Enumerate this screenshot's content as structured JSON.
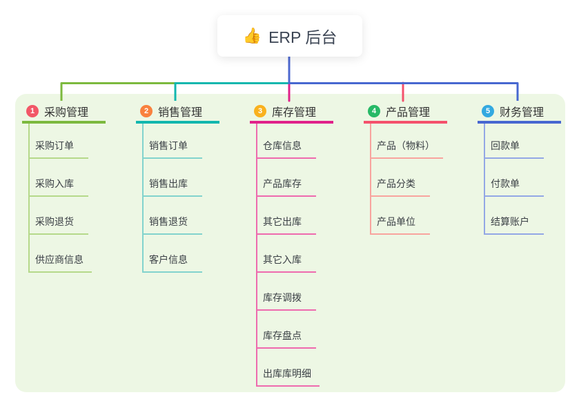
{
  "root": {
    "icon": "thumbs-up",
    "icon_glyph": "👍",
    "label": "ERP 后台"
  },
  "canvas": {
    "panel_color": "#edf7e4",
    "root_line_color": "#4d68cf"
  },
  "branches": [
    {
      "num": "1",
      "label": "采购管理",
      "badge_color": "#f25767",
      "line_color": "#7cb93e",
      "child_line_color": "#b5d98a",
      "children": [
        "采购订单",
        "采购入库",
        "采购退货",
        "供应商信息"
      ]
    },
    {
      "num": "2",
      "label": "销售管理",
      "badge_color": "#f9813e",
      "line_color": "#12b7ae",
      "child_line_color": "#82d3cd",
      "children": [
        "销售订单",
        "销售出库",
        "销售退货",
        "客户信息"
      ]
    },
    {
      "num": "3",
      "label": "库存管理",
      "badge_color": "#f9b11e",
      "line_color": "#e0218a",
      "child_line_color": "#ee6aae",
      "children": [
        "仓库信息",
        "产品库存",
        "其它出库",
        "其它入库",
        "库存调拨",
        "库存盘点",
        "出库库明细"
      ]
    },
    {
      "num": "4",
      "label": "产品管理",
      "badge_color": "#27b967",
      "line_color": "#f4516c",
      "child_line_color": "#f8a49e",
      "children": [
        "产品（物料）",
        "产品分类",
        "产品单位"
      ]
    },
    {
      "num": "5",
      "label": "财务管理",
      "badge_color": "#33a9e0",
      "line_color": "#4767d0",
      "child_line_color": "#93a7e5",
      "children": [
        "回款单",
        "付款单",
        "结算账户"
      ]
    }
  ]
}
